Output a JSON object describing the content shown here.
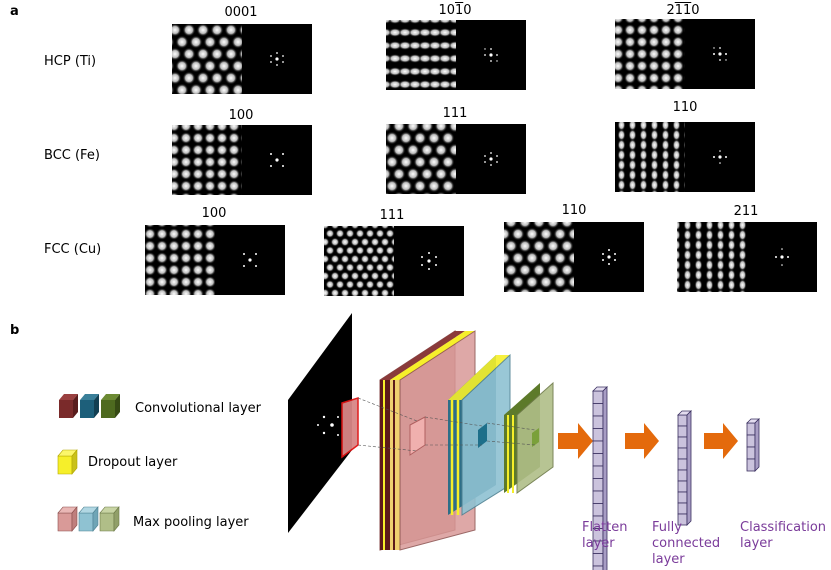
{
  "panel_a": {
    "letter": "a",
    "rows": [
      {
        "label": "HCP (Ti)",
        "images": [
          {
            "zone": "0001",
            "pattern": "hex-dots"
          },
          {
            "zone": "1010",
            "pattern": "rows"
          },
          {
            "zone": "2110",
            "pattern": "square-dots"
          }
        ]
      },
      {
        "label": "BCC (Fe)",
        "images": [
          {
            "zone": "100",
            "pattern": "square-dots"
          },
          {
            "zone": "111",
            "pattern": "hex-dots"
          },
          {
            "zone": "110",
            "pattern": "stripes"
          }
        ]
      },
      {
        "label": "FCC (Cu)",
        "images": [
          {
            "zone": "100",
            "pattern": "square-dots"
          },
          {
            "zone": "111",
            "pattern": "dense-hex"
          },
          {
            "zone": "110",
            "pattern": "hex-dots"
          },
          {
            "zone": "211",
            "pattern": "stripes"
          }
        ]
      }
    ]
  },
  "panel_b": {
    "letter": "b",
    "legend": [
      {
        "label": "Convolutional layer",
        "colors": [
          "#7a2a2a",
          "#1d5f7a",
          "#4e6a1f"
        ]
      },
      {
        "label": "Dropout layer",
        "colors": [
          "#f6ef2a"
        ]
      },
      {
        "label": "Max pooling layer",
        "colors": [
          "#d99a98",
          "#8fc2d2",
          "#b0be88"
        ]
      }
    ],
    "outputs": [
      {
        "label": "Flatten\nlayer"
      },
      {
        "label": "Fully\nconnected\nlayer"
      },
      {
        "label": "Classification\nlayer"
      }
    ],
    "colors": {
      "arrow": "#e46a0c",
      "output_text": "#7a3b9a",
      "vector_fill": "#cbc3dd"
    }
  }
}
